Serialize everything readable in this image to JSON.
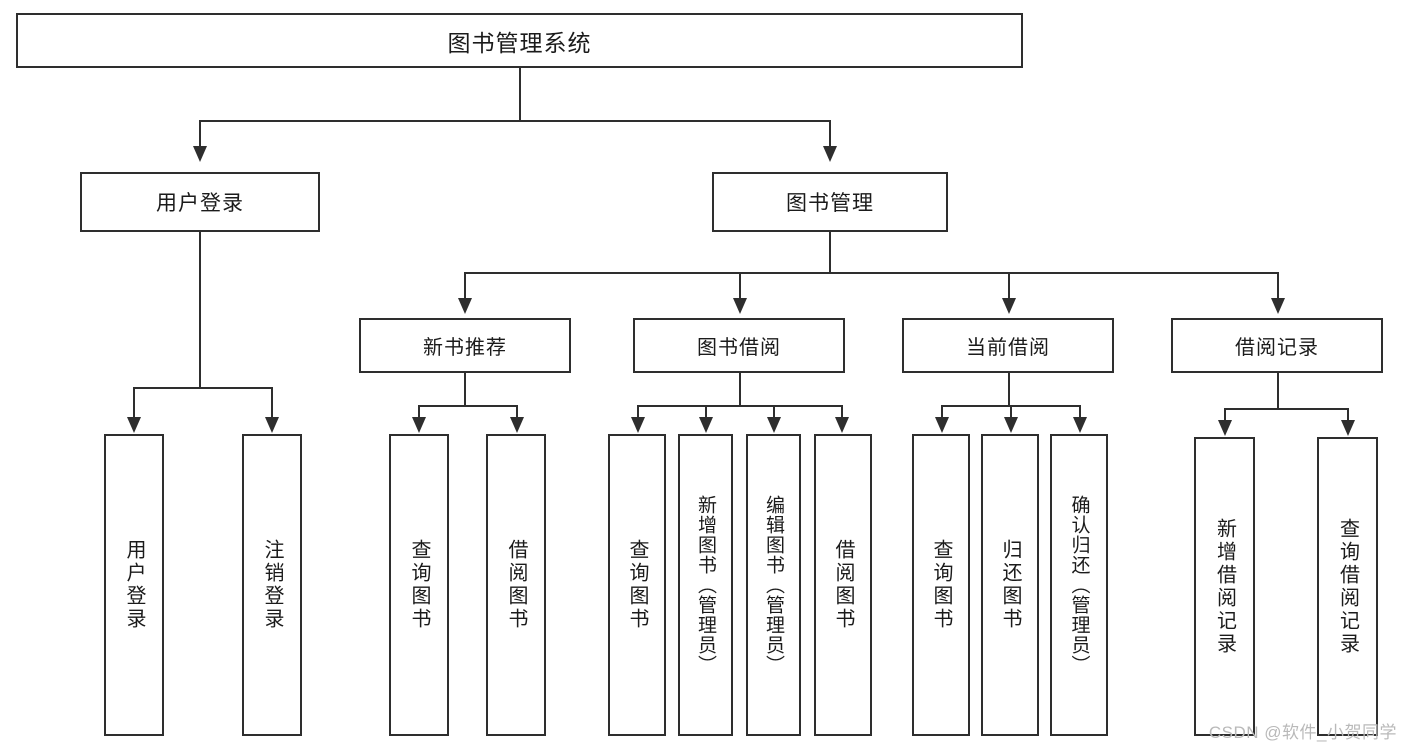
{
  "diagram": {
    "type": "tree",
    "title": "图书管理系统",
    "orientation": "top-down",
    "colors": {
      "border": "#2e2e2e",
      "fill": "#ffffff",
      "text": "#1b1b1b",
      "watermark": "#b9b9b9"
    },
    "root": {
      "label": "图书管理系统"
    },
    "level1": [
      {
        "label": "用户登录"
      },
      {
        "label": "图书管理"
      }
    ],
    "level2": [
      {
        "label": "新书推荐"
      },
      {
        "label": "图书借阅"
      },
      {
        "label": "当前借阅"
      },
      {
        "label": "借阅记录"
      }
    ],
    "leaves": {
      "user_login": [
        {
          "label": "用户登录"
        },
        {
          "label": "注销登录"
        }
      ],
      "new_book": [
        {
          "label": "查询图书"
        },
        {
          "label": "借阅图书"
        }
      ],
      "book_borrow": [
        {
          "label": "查询图书"
        },
        {
          "label": "新增图书（管理员）"
        },
        {
          "label": "编辑图书（管理员）"
        },
        {
          "label": "借阅图书"
        }
      ],
      "current_borrow": [
        {
          "label": "查询图书"
        },
        {
          "label": "归还图书"
        },
        {
          "label": "确认归还（管理员）"
        }
      ],
      "borrow_record": [
        {
          "label": "新增借阅记录"
        },
        {
          "label": "查询借阅记录"
        }
      ]
    }
  },
  "watermark": {
    "text": "CSDN @软件_小贺同学"
  }
}
